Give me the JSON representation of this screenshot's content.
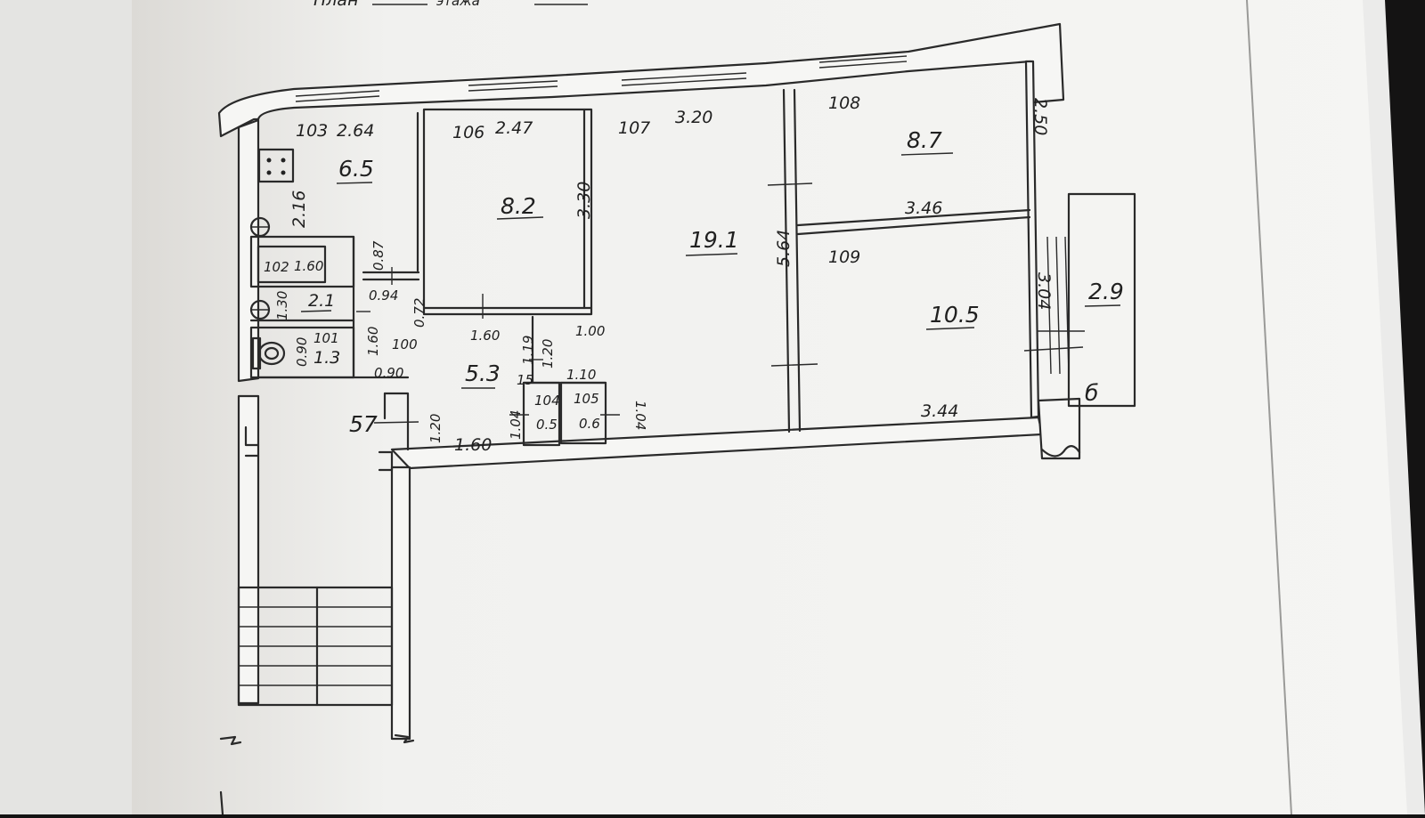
{
  "header": {
    "text": "План",
    "note": "этажа"
  },
  "rooms": [
    {
      "id": "r103",
      "number": "103",
      "dim": "2.64",
      "area": "6.5",
      "height": "2.16"
    },
    {
      "id": "r106",
      "number": "106",
      "dim": "2.47",
      "area": "8.2",
      "height": "3.30"
    },
    {
      "id": "r107",
      "number": "107",
      "dim": "3.20",
      "area": "19.1",
      "height": "5.64"
    },
    {
      "id": "r108",
      "number": "108",
      "area": "8.7",
      "height": "2.50",
      "dim": "3.46"
    },
    {
      "id": "r109",
      "number": "109",
      "area": "10.5",
      "height": "3.04",
      "dim": "3.44"
    },
    {
      "id": "r102",
      "number": "102",
      "dim": "1.60",
      "area": "2.1",
      "height": "1.30"
    },
    {
      "id": "r101",
      "number": "101",
      "area": "1.3",
      "height": "0.90"
    },
    {
      "id": "r104",
      "number": "104",
      "area": "0.5",
      "height": "1.04"
    },
    {
      "id": "r105",
      "number": "105",
      "area": "0.6",
      "height": "1.04"
    }
  ],
  "corridor": {
    "area": "5.3",
    "dims": [
      "1.60",
      "1.00",
      "1.19",
      "1.20",
      "1.10",
      "1.60",
      "1.20"
    ]
  },
  "misc": {
    "d087": "0.87",
    "d094": "0.94",
    "d072": "0.72",
    "d100": "1.00",
    "d160": "1.60",
    "d090": "0.90",
    "d100b": "100",
    "d15": "15",
    "stair": "57",
    "balcony_area": "2.9",
    "balcony_mark": "б"
  }
}
